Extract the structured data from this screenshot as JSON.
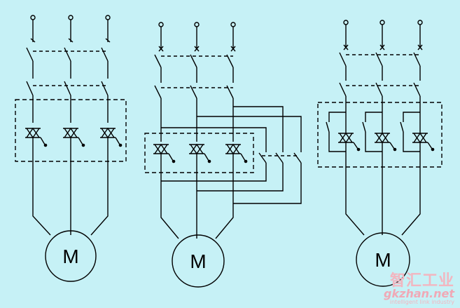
{
  "diagram": {
    "background": "#c6f1f6",
    "stroke": "#000000",
    "circuits": [
      {
        "motor_label": "M"
      },
      {
        "motor_label": "M"
      },
      {
        "motor_label": "M"
      }
    ]
  },
  "watermark": {
    "brand_cn": "智汇工业",
    "site": "gkzhan.net",
    "tagline": "intelligent link industry",
    "color": "#f2b6c0"
  }
}
